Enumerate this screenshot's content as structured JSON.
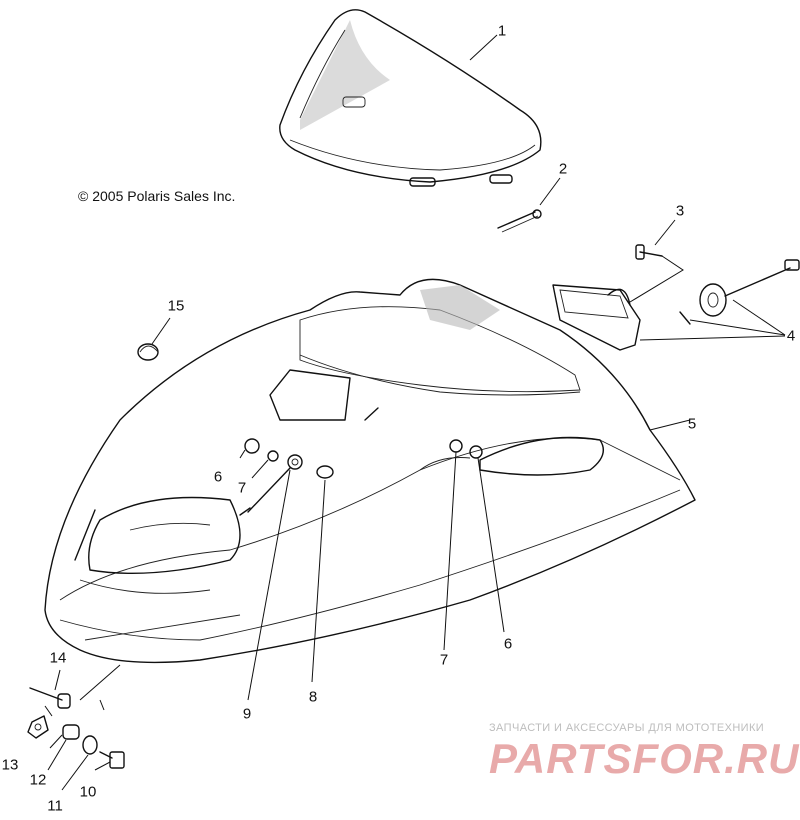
{
  "copyright": "© 2005 Polaris Sales Inc.",
  "callouts": [
    {
      "id": "1",
      "text": "1"
    },
    {
      "id": "2",
      "text": "2"
    },
    {
      "id": "3",
      "text": "3"
    },
    {
      "id": "4",
      "text": "4"
    },
    {
      "id": "5",
      "text": "5"
    },
    {
      "id": "6a",
      "text": "6"
    },
    {
      "id": "7a",
      "text": "7"
    },
    {
      "id": "6b",
      "text": "6"
    },
    {
      "id": "7b",
      "text": "7"
    },
    {
      "id": "8",
      "text": "8"
    },
    {
      "id": "9",
      "text": "9"
    },
    {
      "id": "10",
      "text": "10"
    },
    {
      "id": "11",
      "text": "11"
    },
    {
      "id": "12",
      "text": "12"
    },
    {
      "id": "13",
      "text": "13"
    },
    {
      "id": "14",
      "text": "14"
    },
    {
      "id": "15",
      "text": "15"
    }
  ],
  "watermark": {
    "tagline": "ЗАПЧАСТИ И АКСЕССУАРЫ ДЛЯ МОТОТЕХНИКИ",
    "brand": "PARTSFOR.RU"
  },
  "colors": {
    "line": "#111111",
    "shade": "#b8b8b8",
    "watermark_brand": "#e8aaaa",
    "watermark_tagline": "#bdbdbd"
  }
}
